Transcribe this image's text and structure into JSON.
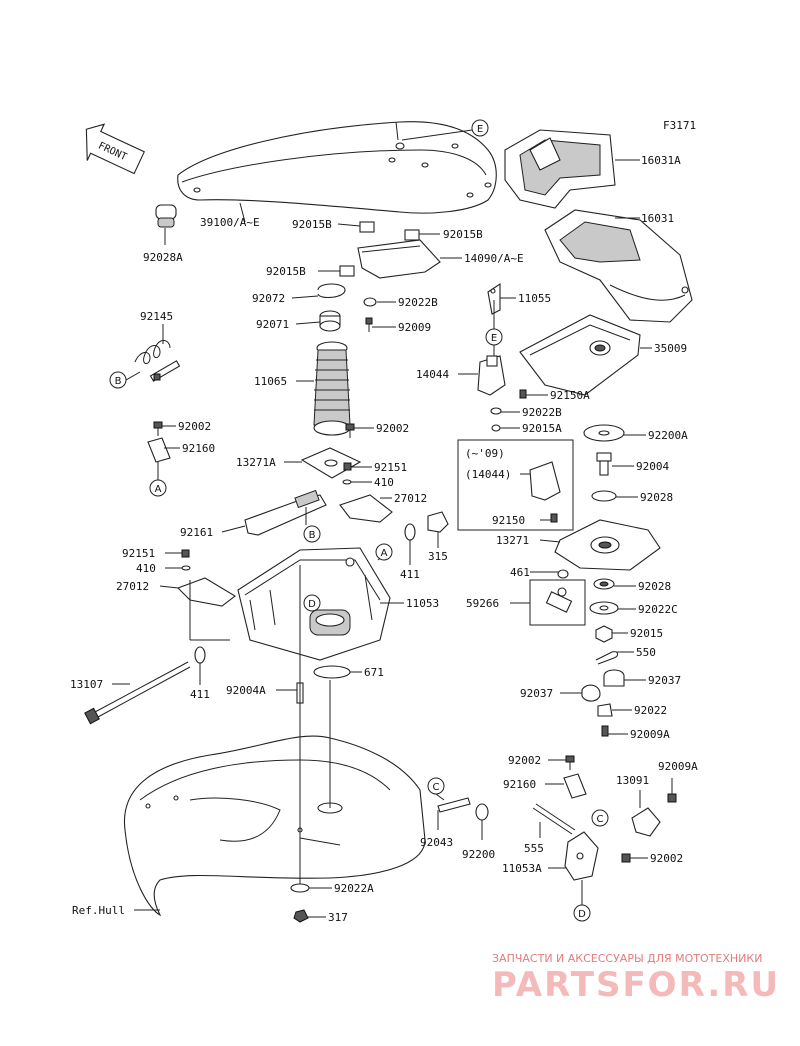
{
  "figure_code": "F3171",
  "front_label": "FRONT",
  "part_labels": {
    "p16031A": "16031A",
    "p16031": "16031",
    "p39100": "39100/A~E",
    "p92028A": "92028A",
    "p92015B_1": "92015B",
    "p92015B_2": "92015B",
    "p92015B_3": "92015B",
    "p14090": "14090/A~E",
    "p92072": "92072",
    "p92022B": "92022B",
    "p11055": "11055",
    "p92071": "92071",
    "p92009": "92009",
    "p92145": "92145",
    "p35009": "35009",
    "p11065": "11065",
    "p14044": "14044",
    "p92150A": "92150A",
    "p92022B_2": "92022B",
    "p92015A": "92015A",
    "p92002_1": "92002",
    "p92002_2": "92002",
    "p92160_1": "92160",
    "p92200A": "92200A",
    "p13271A": "13271A",
    "p92151_1": "92151",
    "p410_1": "410",
    "p27012_1": "27012",
    "p92004": "92004",
    "p92028_1": "92028",
    "p09": "(~'09)",
    "p14044b": "(14044)",
    "p92150": "92150",
    "p92161": "92161",
    "p315": "315",
    "p13271": "13271",
    "p92151_2": "92151",
    "p410_2": "410",
    "p27012_2": "27012",
    "p411_1": "411",
    "p461": "461",
    "p92028_2": "92028",
    "p11053": "11053",
    "p59266": "59266",
    "p92022C": "92022C",
    "p92015": "92015",
    "p550": "550",
    "p13107": "13107",
    "p411_2": "411",
    "p92004A": "92004A",
    "p671": "671",
    "p92037_1": "92037",
    "p92037_2": "92037",
    "p92022": "92022",
    "p92009A_1": "92009A",
    "p92002_3": "92002",
    "p92009A_2": "92009A",
    "p92160_2": "92160",
    "p13091": "13091",
    "p92043": "92043",
    "p92200": "92200",
    "p555": "555",
    "p11053A": "11053A",
    "p92002_4": "92002",
    "p92022A": "92022A",
    "p317": "317",
    "pRefHull": "Ref.Hull"
  },
  "callouts": {
    "E": "E",
    "B": "B",
    "A": "A",
    "C": "C",
    "D": "D"
  },
  "watermark": {
    "tagline": "ЗАПЧАСТИ И АКСЕССУАРЫ ДЛЯ МОТОТЕХНИКИ",
    "brand": "PARTSFOR.RU"
  }
}
